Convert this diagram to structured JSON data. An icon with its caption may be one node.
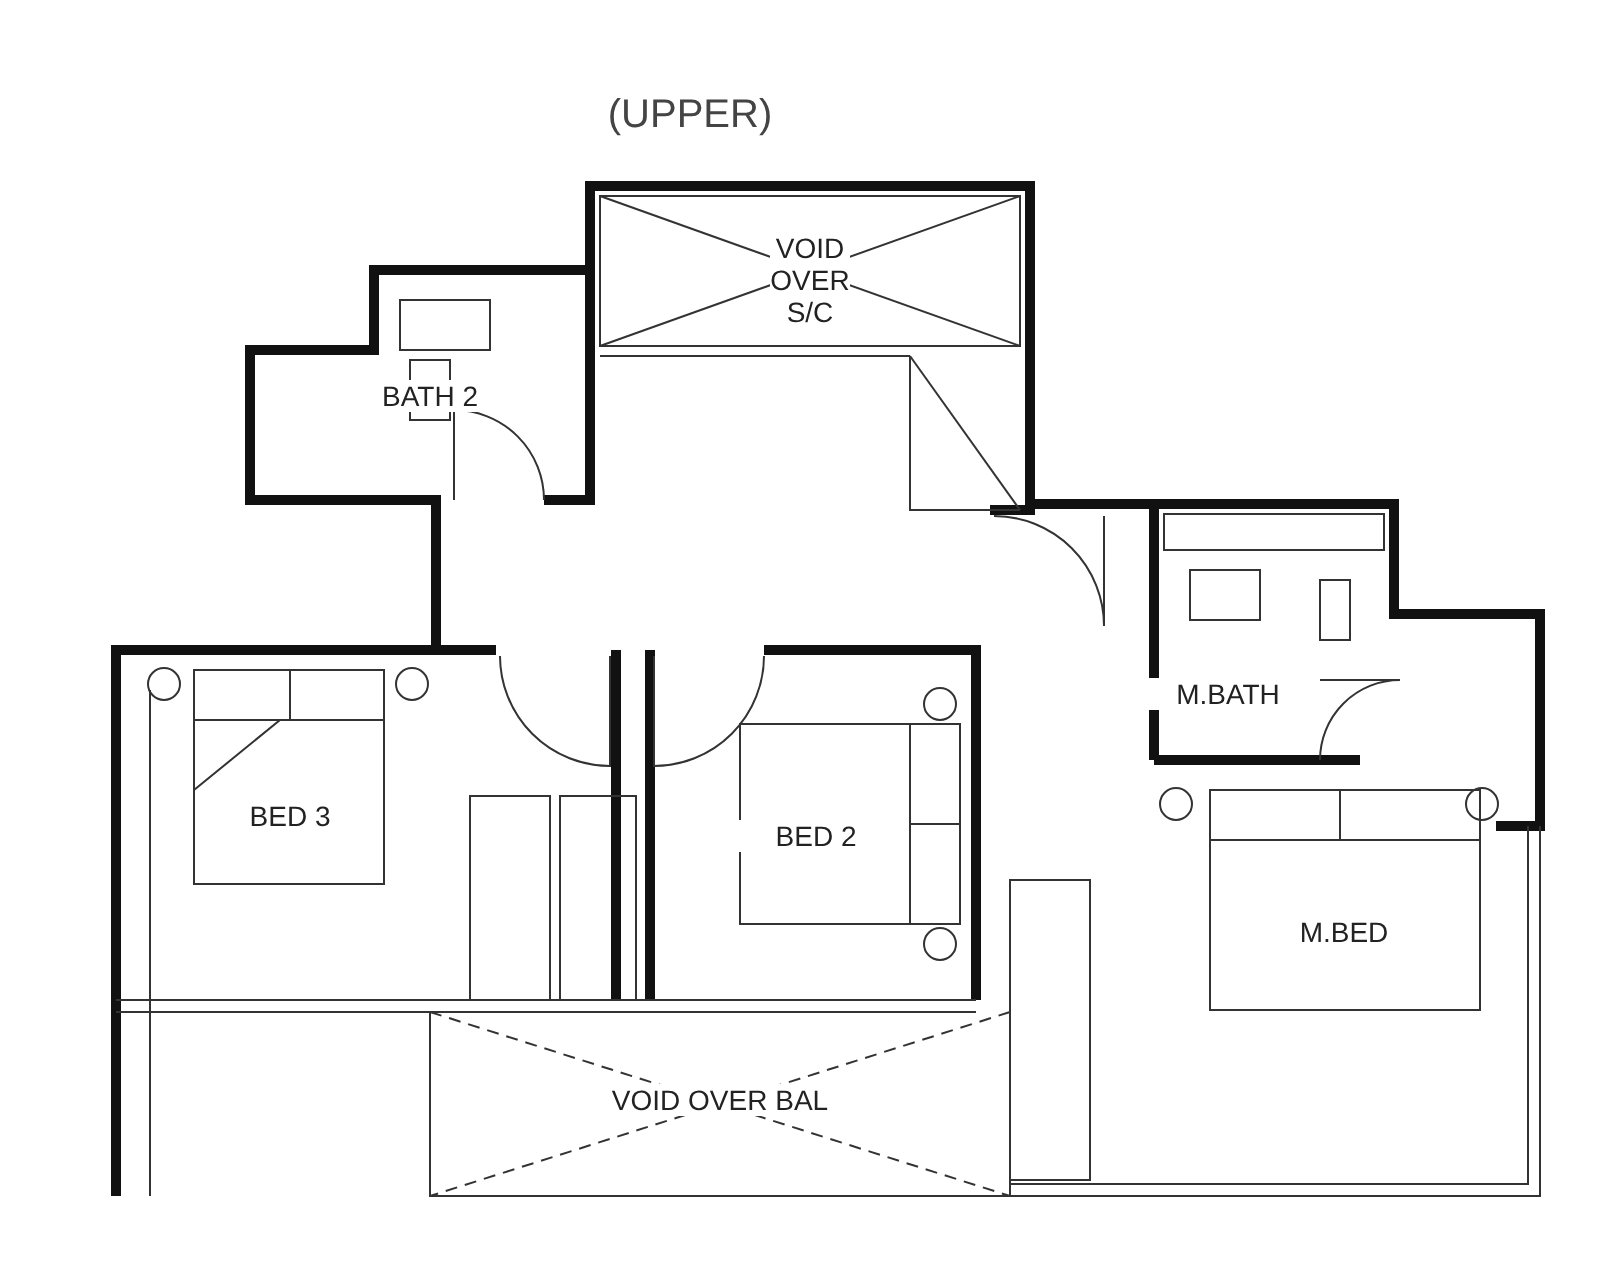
{
  "diagram": {
    "title": "(UPPER)",
    "labels": [
      "VOID OVER S/C",
      "BATH 2",
      "M.BATH",
      "BED 3",
      "BED 2",
      "M.BED",
      "VOID OVER BAL"
    ]
  }
}
